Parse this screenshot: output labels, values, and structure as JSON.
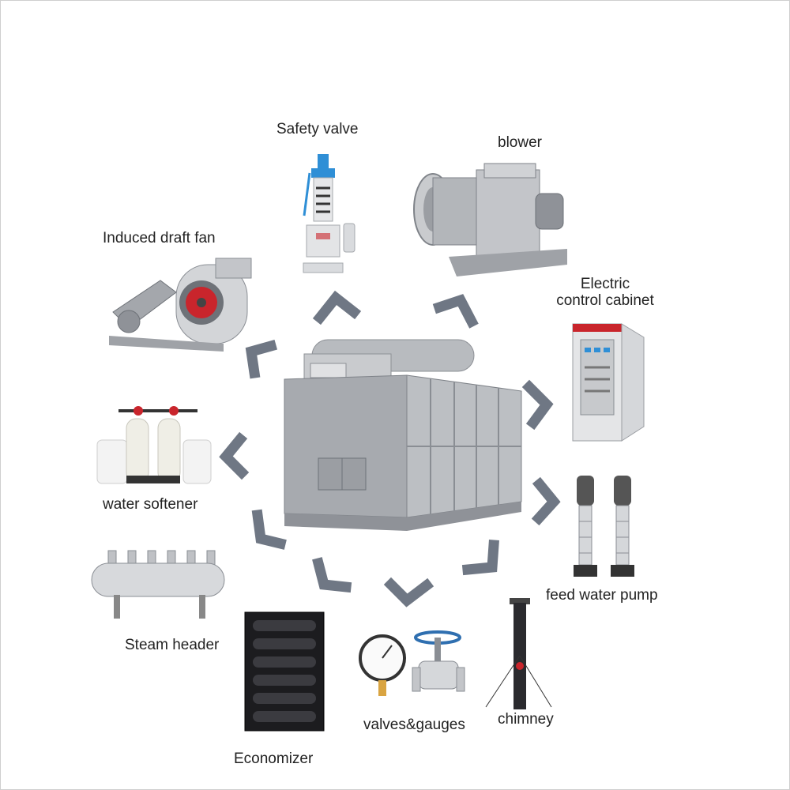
{
  "components": {
    "safety_valve": "Safety valve",
    "blower": "blower",
    "induced_draft_fan": "Induced draft fan",
    "electric_control_cabinet_line1": "Electric",
    "electric_control_cabinet_line2": "control cabinet",
    "water_softener": "water softener",
    "feed_water_pump": "feed water pump",
    "steam_header": "Steam header",
    "chimney": "chimney",
    "valves_gauges": "valves&gauges",
    "economizer": "Economizer"
  },
  "colors": {
    "arrow": "#6f7784",
    "steel": "#a9acb1",
    "steel_dark": "#777b82",
    "accent_blue": "#2f8fd6",
    "accent_red": "#c9252c"
  }
}
